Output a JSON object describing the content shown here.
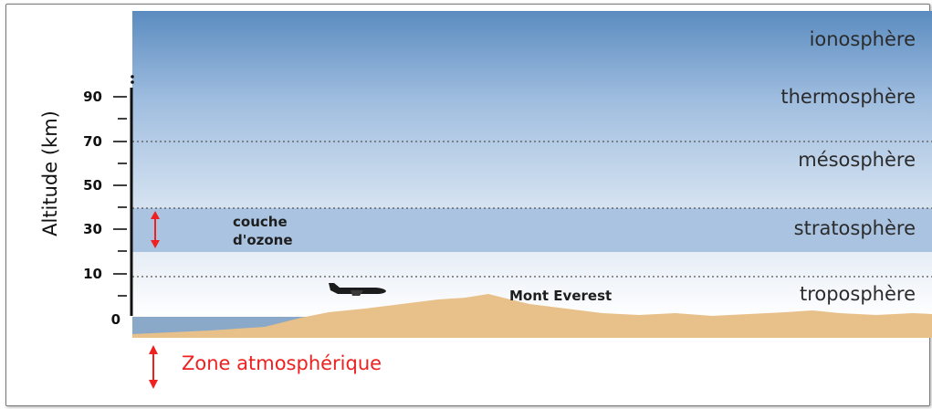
{
  "axis": {
    "title": "Altitude (km)",
    "ticks": [
      "90",
      "70",
      "50",
      "30",
      "10",
      "0"
    ]
  },
  "layers": {
    "ionosphere": "ionosphère",
    "thermosphere": "thermosphère",
    "mesosphere": "mésosphère",
    "stratosphere": "stratosphère",
    "troposphere": "troposphère"
  },
  "annotations": {
    "ozone_line1": "couche",
    "ozone_line2": "d'ozone",
    "everest": "Mont Everest",
    "zone": "Zone atmosphérique"
  },
  "colors": {
    "sky_top": "#5b8cc0",
    "ozone_band": "#a9c3e0",
    "ground": "#e8c08a",
    "water": "#8aa9c8",
    "arrow": "#ee2020",
    "boundary_dots": "#555555"
  }
}
